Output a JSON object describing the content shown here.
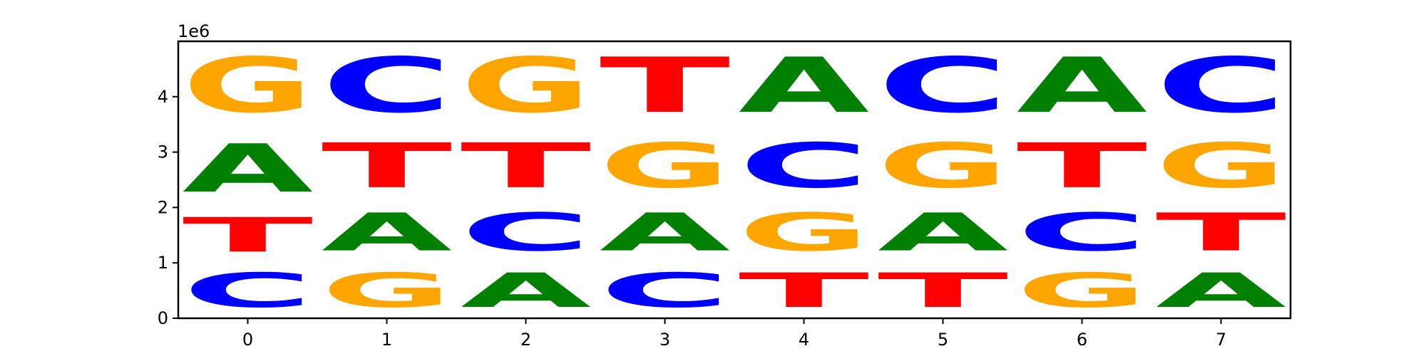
{
  "chart_data": {
    "type": "sequence-logo",
    "title": "",
    "xlabel": "",
    "ylabel": "",
    "offset_text": "1e6",
    "x_ticks": [
      "0",
      "1",
      "2",
      "3",
      "4",
      "5",
      "6",
      "7"
    ],
    "y_ticks": [
      "0",
      "1",
      "2",
      "3",
      "4"
    ],
    "y_tick_values": [
      0,
      1,
      2,
      3,
      4
    ],
    "xlim": [
      -0.5,
      7.5
    ],
    "ylim": [
      0,
      5.0
    ],
    "positions": [
      0,
      1,
      2,
      3,
      4,
      5,
      6,
      7
    ],
    "stacks": [
      [
        {
          "letter": "C",
          "from": 0.0,
          "to": 1.0
        },
        {
          "letter": "T",
          "from": 1.0,
          "to": 2.0
        },
        {
          "letter": "A",
          "from": 2.0,
          "to": 3.4
        },
        {
          "letter": "G",
          "from": 3.4,
          "to": 5.0
        }
      ],
      [
        {
          "letter": "G",
          "from": 0.0,
          "to": 1.0
        },
        {
          "letter": "A",
          "from": 1.0,
          "to": 2.1
        },
        {
          "letter": "T",
          "from": 2.1,
          "to": 3.4
        },
        {
          "letter": "C",
          "from": 3.4,
          "to": 5.0
        }
      ],
      [
        {
          "letter": "A",
          "from": 0.0,
          "to": 1.0
        },
        {
          "letter": "C",
          "from": 1.0,
          "to": 2.1
        },
        {
          "letter": "T",
          "from": 2.1,
          "to": 3.4
        },
        {
          "letter": "G",
          "from": 3.4,
          "to": 5.0
        }
      ],
      [
        {
          "letter": "C",
          "from": 0.0,
          "to": 1.0
        },
        {
          "letter": "A",
          "from": 1.0,
          "to": 2.1
        },
        {
          "letter": "G",
          "from": 2.1,
          "to": 3.4
        },
        {
          "letter": "T",
          "from": 3.4,
          "to": 5.0
        }
      ],
      [
        {
          "letter": "T",
          "from": 0.0,
          "to": 1.0
        },
        {
          "letter": "G",
          "from": 1.0,
          "to": 2.1
        },
        {
          "letter": "C",
          "from": 2.1,
          "to": 3.4
        },
        {
          "letter": "A",
          "from": 3.4,
          "to": 5.0
        }
      ],
      [
        {
          "letter": "T",
          "from": 0.0,
          "to": 1.0
        },
        {
          "letter": "A",
          "from": 1.0,
          "to": 2.1
        },
        {
          "letter": "G",
          "from": 2.1,
          "to": 3.4
        },
        {
          "letter": "C",
          "from": 3.4,
          "to": 5.0
        }
      ],
      [
        {
          "letter": "G",
          "from": 0.0,
          "to": 1.0
        },
        {
          "letter": "C",
          "from": 1.0,
          "to": 2.1
        },
        {
          "letter": "T",
          "from": 2.1,
          "to": 3.4
        },
        {
          "letter": "A",
          "from": 3.4,
          "to": 5.0
        }
      ],
      [
        {
          "letter": "A",
          "from": 0.0,
          "to": 1.0
        },
        {
          "letter": "T",
          "from": 1.0,
          "to": 2.1
        },
        {
          "letter": "G",
          "from": 2.1,
          "to": 3.4
        },
        {
          "letter": "C",
          "from": 3.4,
          "to": 5.0
        }
      ]
    ],
    "letter_colors": {
      "A": "#008000",
      "C": "#0000ff",
      "G": "#ffa500",
      "T": "#ff0000"
    },
    "grid": false,
    "legend": "none"
  }
}
